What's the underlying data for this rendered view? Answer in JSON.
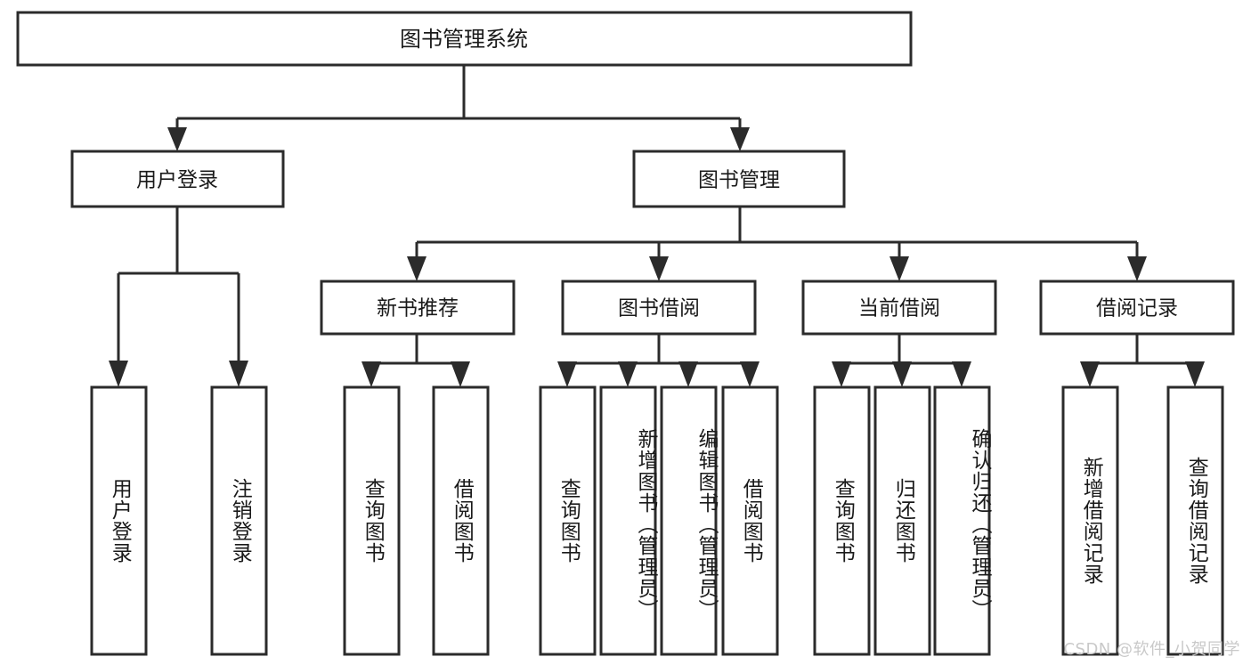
{
  "diagram": {
    "type": "tree-hierarchy",
    "orientation": "top-down",
    "title": "图书管理系统",
    "background_color": "#ffffff",
    "stroke_color": "#2b2b2b",
    "text_color": "#1a1a1a",
    "root": {
      "label": "图书管理系统",
      "level": 1
    },
    "level2": [
      {
        "label": "用户登录"
      },
      {
        "label": "图书管理"
      }
    ],
    "level3": [
      {
        "label": "新书推荐"
      },
      {
        "label": "图书借阅"
      },
      {
        "label": "当前借阅"
      },
      {
        "label": "借阅记录"
      }
    ],
    "leaves": {
      "user_login": [
        {
          "label": "用户登录"
        },
        {
          "label": "注销登录"
        }
      ],
      "new_book_recommend": [
        {
          "label": "查询图书"
        },
        {
          "label": "借阅图书"
        }
      ],
      "book_borrow": [
        {
          "label": "查询图书"
        },
        {
          "label": "新增图书（管理员）"
        },
        {
          "label": "编辑图书（管理员）"
        },
        {
          "label": "借阅图书"
        }
      ],
      "current_borrow": [
        {
          "label": "查询图书"
        },
        {
          "label": "归还图书"
        },
        {
          "label": "确认归还（管理员）"
        }
      ],
      "borrow_record": [
        {
          "label": "新增借阅记录"
        },
        {
          "label": "查询借阅记录"
        }
      ]
    }
  },
  "watermark": {
    "text": "CSDN @软件_小贺同学"
  }
}
